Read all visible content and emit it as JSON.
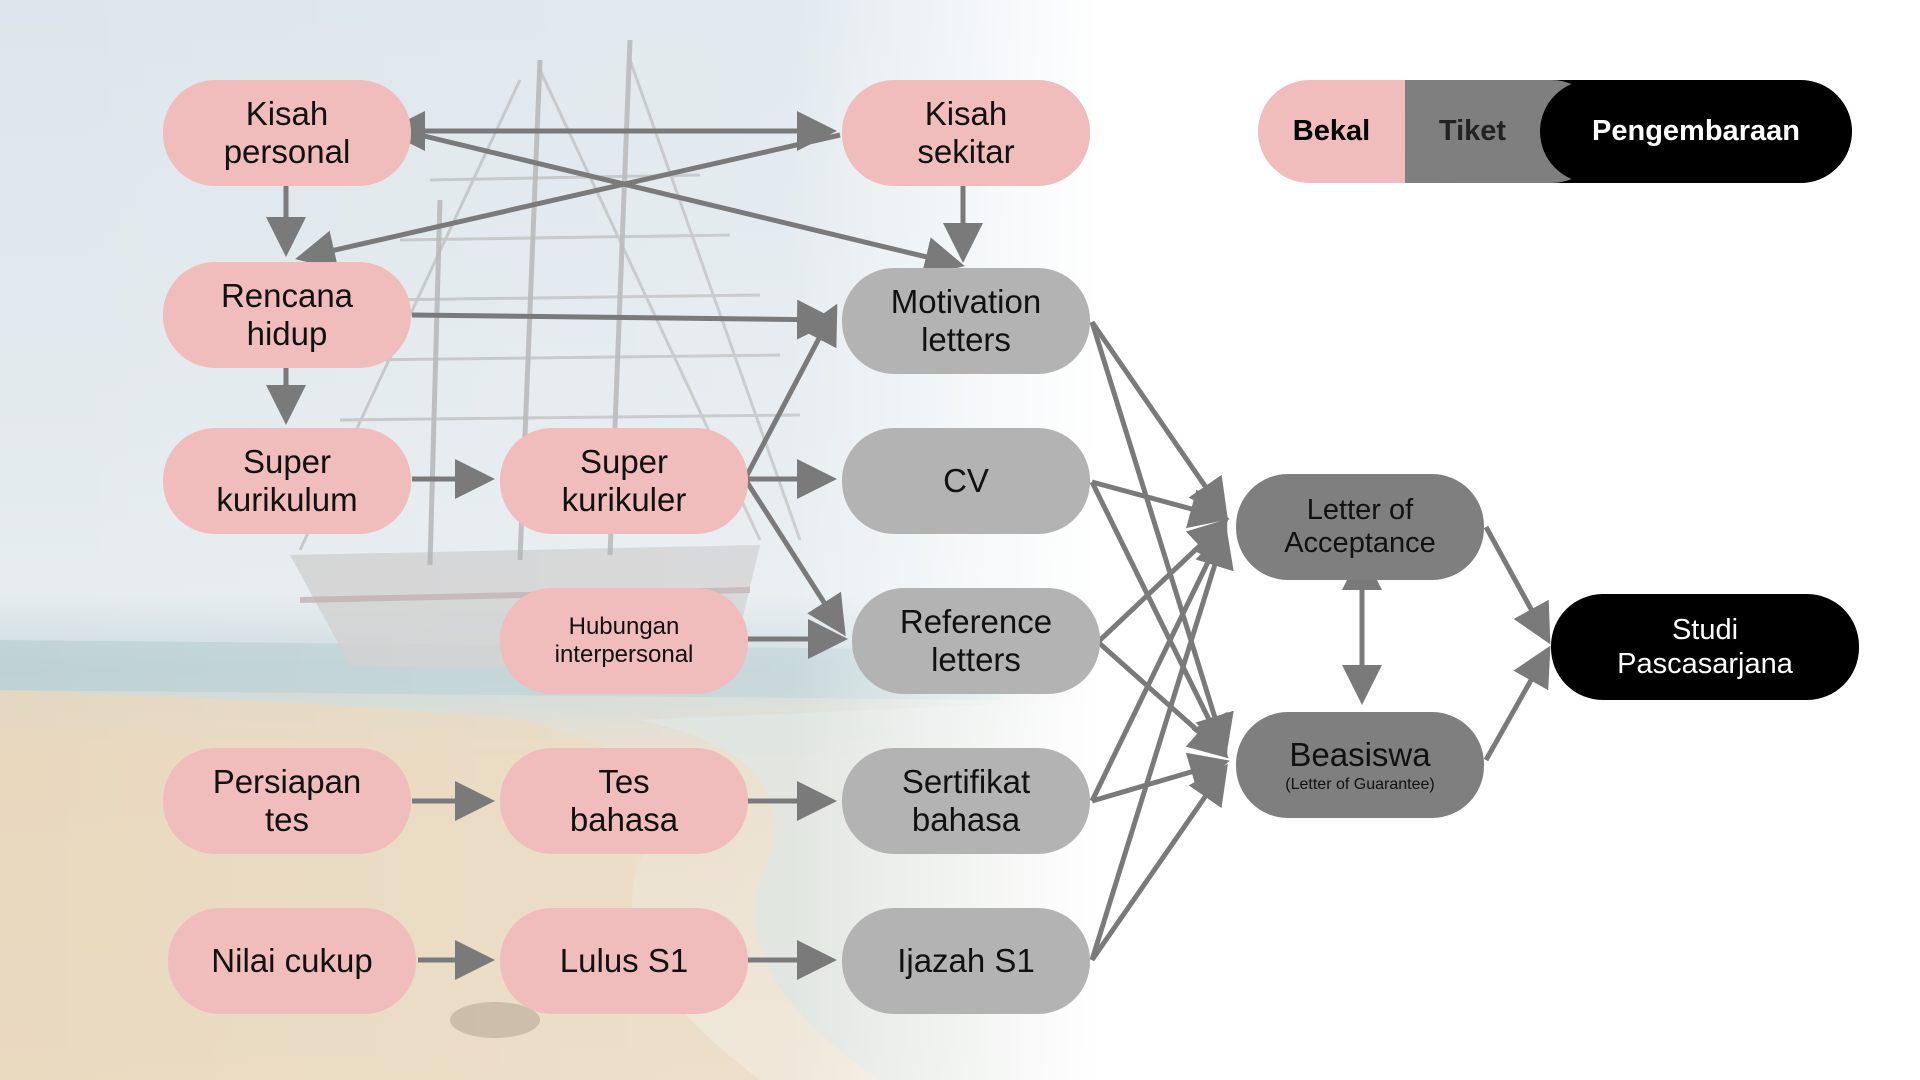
{
  "legend": {
    "bekal": "Bekal",
    "tiket": "Tiket",
    "pengembaraan": "Pengembaraan"
  },
  "colors": {
    "bekal": "#f0bcbc",
    "tiket": "#b3b3b3",
    "tiket_dark": "#7f7f7f",
    "pengembaraan": "#000000",
    "arrow": "#7a7a7a"
  },
  "nodes": {
    "kisah_personal": [
      "Kisah",
      "personal"
    ],
    "kisah_sekitar": [
      "Kisah",
      "sekitar"
    ],
    "rencana_hidup": [
      "Rencana",
      "hidup"
    ],
    "motivation_letters": [
      "Motivation",
      "letters"
    ],
    "super_kurikulum": [
      "Super",
      "kurikulum"
    ],
    "super_kurikuler": [
      "Super",
      "kurikuler"
    ],
    "cv": [
      "CV"
    ],
    "hubungan_interpersonal": [
      "Hubungan",
      "interpersonal"
    ],
    "reference_letters": [
      "Reference",
      "letters"
    ],
    "persiapan_tes": [
      "Persiapan",
      "tes"
    ],
    "tes_bahasa": [
      "Tes",
      "bahasa"
    ],
    "sertifikat_bahasa": [
      "Sertifikat",
      "bahasa"
    ],
    "nilai_cukup": [
      "Nilai cukup"
    ],
    "lulus_s1": [
      "Lulus S1"
    ],
    "ijazah_s1": [
      "Ijazah S1"
    ],
    "letter_of_acceptance": [
      "Letter of",
      "Acceptance"
    ],
    "beasiswa": [
      "Beasiswa"
    ],
    "beasiswa_sub": "(Letter of Guarantee)",
    "studi_pascasarjana": [
      "Studi",
      "Pascasarjana"
    ]
  }
}
